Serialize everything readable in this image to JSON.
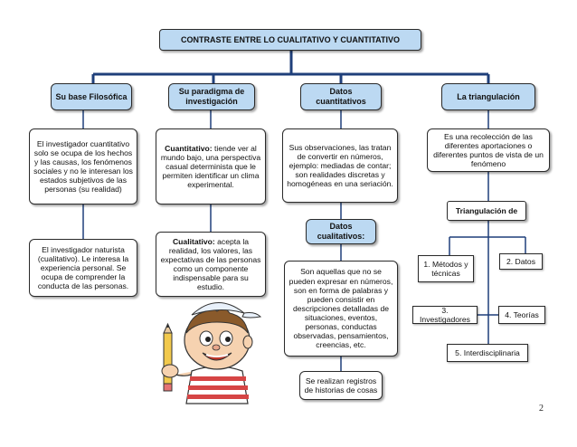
{
  "title": "CONTRASTE ENTRE LO CUALITATIVO Y CUANTITATIVO",
  "branches": {
    "base": {
      "header": "Su base Filosófica",
      "text1": "El investigador cuantitativo solo se ocupa de los hechos y las causas, los fenómenos sociales y no le interesan los estados subjetivos de las personas (su realidad)",
      "text2": "El investigador naturista (cualitativo). Le interesa la experiencia personal. Se ocupa de comprender la conducta de las personas."
    },
    "paradigma": {
      "header": "Su paradigma de investigación",
      "cuant_label": "Cuantitativo:",
      "cuant_text": " tiende ver al mundo bajo, una perspectiva casual determinista que le permiten identificar un clima experimental.",
      "cual_label": "Cualitativo:",
      "cual_text": " acepta la realidad, los valores, las expectativas de las personas como un componente indispensable para su estudio."
    },
    "datos": {
      "header": "Datos cuantitativos",
      "text1": "Sus observaciones, las tratan de convertir en números, ejemplo: mediadas de contar; son realidades discretas y homogéneas en una seriación.",
      "header2": "Datos cualitativos:",
      "text2": "Son aquellas que no se pueden expresar en números, son en forma de palabras y pueden consistir en descripciones detalladas de situaciones, eventos, personas, conductas observadas, pensamientos, creencias, etc.",
      "text3": "Se realizan registros de historias de cosas"
    },
    "triangulacion": {
      "header": "La triangulación",
      "text1": "Es una recolección de las diferentes aportaciones o diferentes puntos de vista de un fenómeno",
      "sub_header": "Triangulación de",
      "items": [
        "1. Métodos y técnicas",
        "2. Datos",
        "3. Investigadores",
        "4. Teorías",
        "5. Interdisciplinaria"
      ]
    }
  },
  "page_number": "2",
  "colors": {
    "header_fill": "#bcd9f2",
    "connector": "#1f3f7a"
  }
}
